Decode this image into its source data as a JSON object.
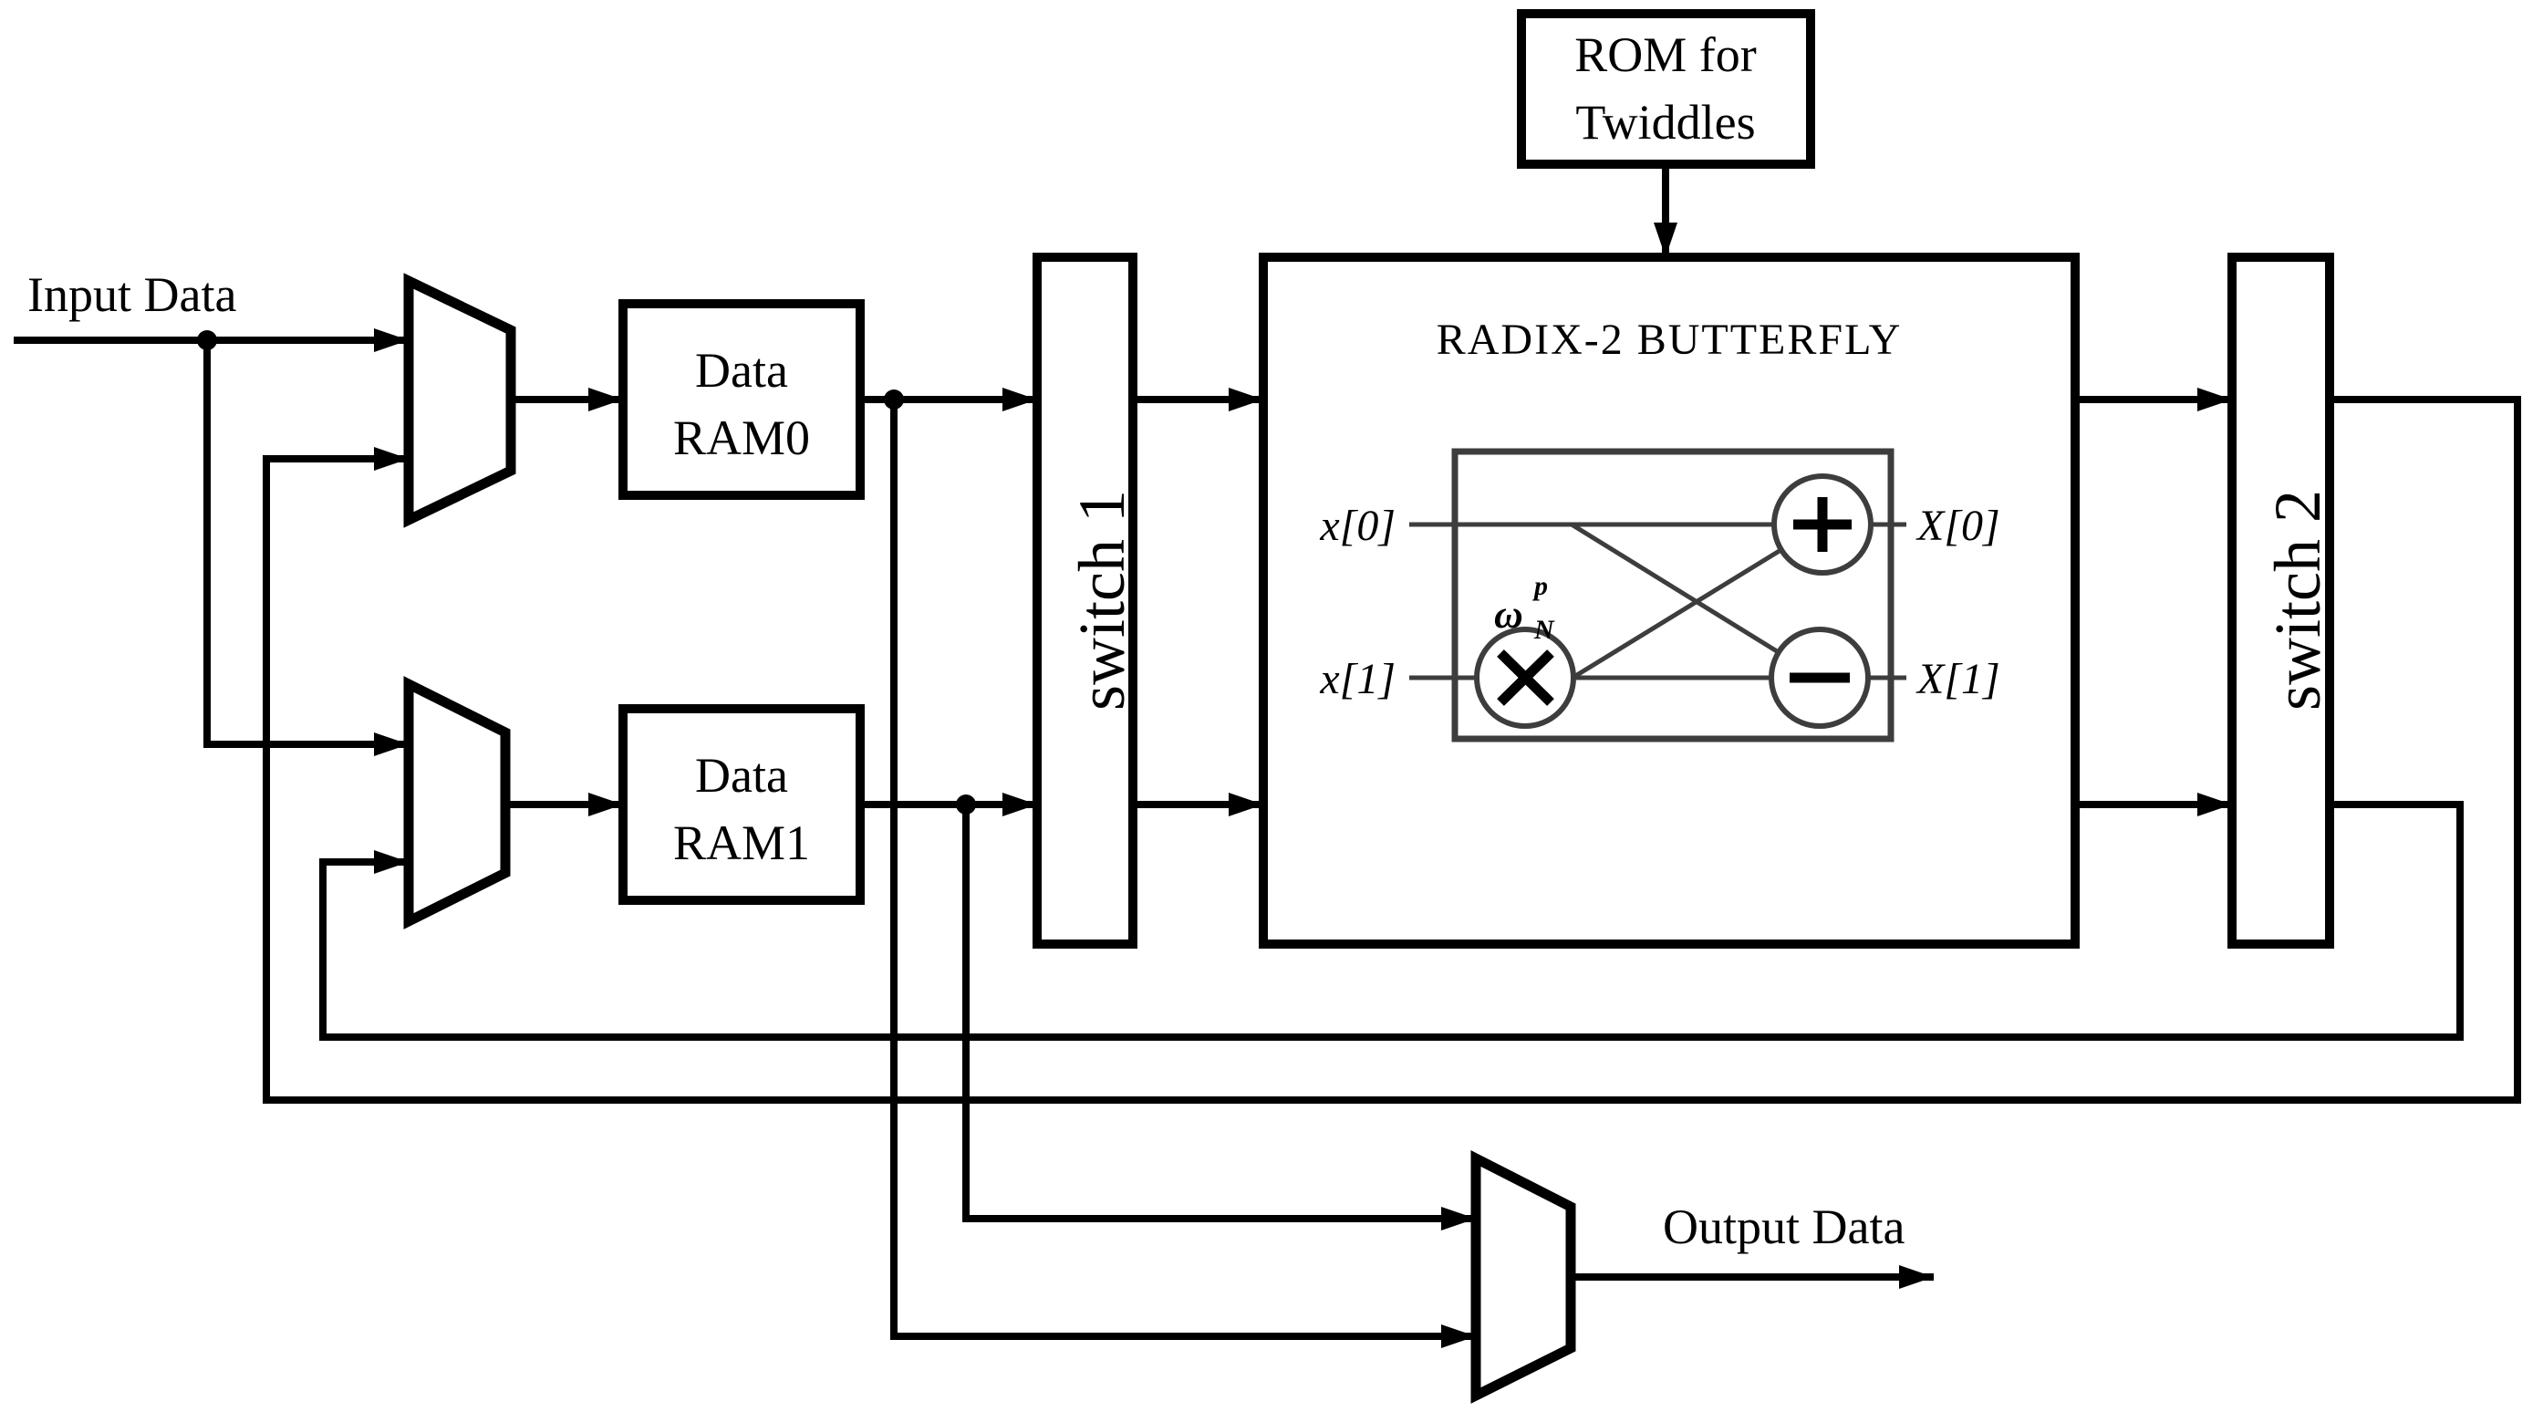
{
  "labels": {
    "input_data": "Input Data",
    "output_data": "Output Data"
  },
  "rom": {
    "line1": "ROM for",
    "line2": "Twiddles"
  },
  "ram0": {
    "line1": "Data",
    "line2": "RAM0"
  },
  "ram1": {
    "line1": "Data",
    "line2": "RAM1"
  },
  "switches": {
    "switch1": "switch 1",
    "switch2": "switch 2"
  },
  "butterfly": {
    "title": "RADIX-2 BUTTERFLY",
    "input0": "x[0]",
    "input1": "x[1]",
    "output0": "X[0]",
    "output1": "X[1]",
    "twiddle": {
      "omega": "ω",
      "superscript": "p",
      "subscript": "N"
    },
    "icons": {
      "multiply": "×",
      "add": "+",
      "subtract": "−"
    }
  },
  "colors": {
    "wire": "#000000",
    "butterfly_stroke": "#3d3d3d",
    "background": "#ffffff"
  }
}
